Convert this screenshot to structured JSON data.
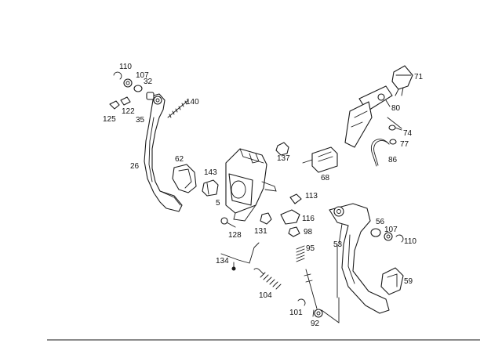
{
  "callouts": [
    {
      "id": "c110a",
      "text": "110"
    },
    {
      "id": "c107a",
      "text": "107"
    },
    {
      "id": "c32",
      "text": "32"
    },
    {
      "id": "c140",
      "text": "140"
    },
    {
      "id": "c122",
      "text": "122"
    },
    {
      "id": "c125",
      "text": "125"
    },
    {
      "id": "c35",
      "text": "35"
    },
    {
      "id": "c26",
      "text": "26"
    },
    {
      "id": "c62",
      "text": "62"
    },
    {
      "id": "c143",
      "text": "143"
    },
    {
      "id": "c5",
      "text": "5"
    },
    {
      "id": "c128",
      "text": "128"
    },
    {
      "id": "c131",
      "text": "131"
    },
    {
      "id": "c137",
      "text": "137"
    },
    {
      "id": "c68",
      "text": "68"
    },
    {
      "id": "c113",
      "text": "113"
    },
    {
      "id": "c116",
      "text": "116"
    },
    {
      "id": "c98",
      "text": "98"
    },
    {
      "id": "c95",
      "text": "95"
    },
    {
      "id": "c134",
      "text": "134"
    },
    {
      "id": "c104",
      "text": "104"
    },
    {
      "id": "c101",
      "text": "101"
    },
    {
      "id": "c92",
      "text": "92"
    },
    {
      "id": "c53",
      "text": "53"
    },
    {
      "id": "c56",
      "text": "56"
    },
    {
      "id": "c107b",
      "text": "107"
    },
    {
      "id": "c110b",
      "text": "110"
    },
    {
      "id": "c59",
      "text": "59"
    },
    {
      "id": "c71",
      "text": "71"
    },
    {
      "id": "c80",
      "text": "80"
    },
    {
      "id": "c74",
      "text": "74"
    },
    {
      "id": "c77",
      "text": "77"
    },
    {
      "id": "c86",
      "text": "86"
    }
  ]
}
